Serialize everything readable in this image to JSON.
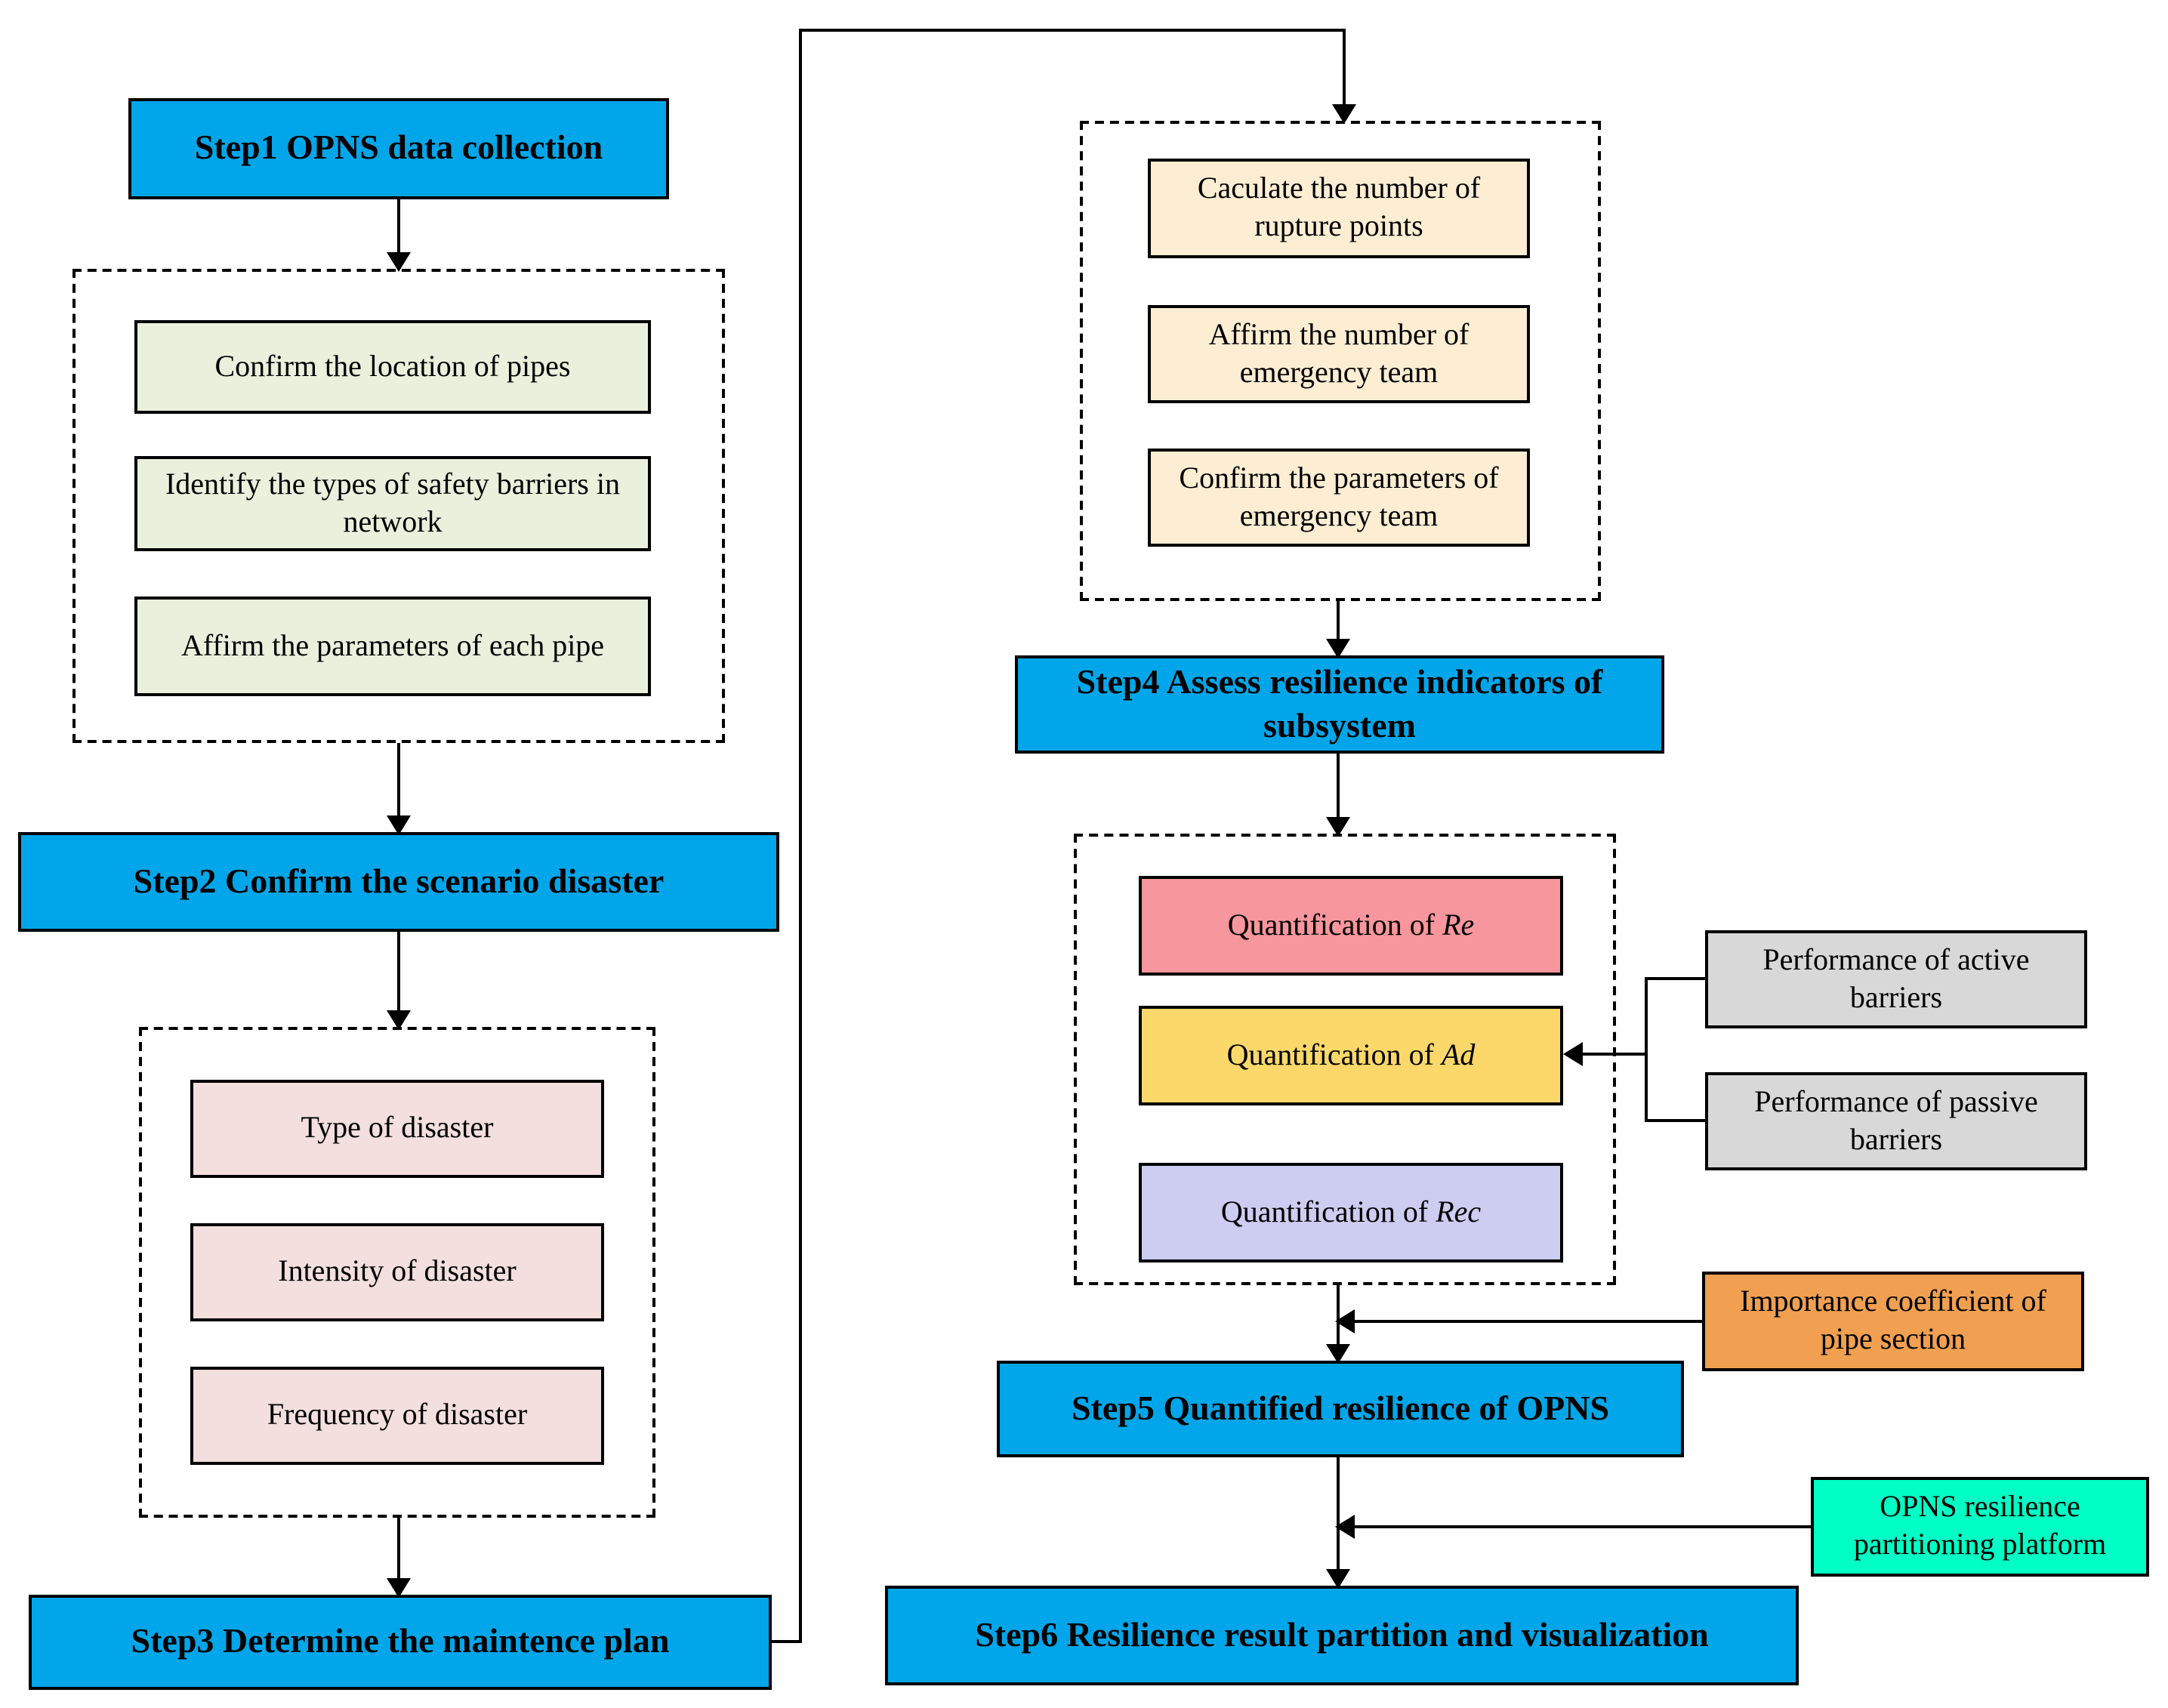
{
  "steps": {
    "s1": "Step1 OPNS data collection",
    "s2": "Step2 Confirm the scenario disaster",
    "s3": "Step3 Determine the maintence plan",
    "s4": "Step4 Assess resilience indicators of subsystem",
    "s5": "Step5 Quantified resilience of OPNS",
    "s6": "Step6 Resilience result partition and visualization"
  },
  "opns_data": [
    "Confirm the location of pipes",
    "Identify the types of safety barriers in network",
    "Affirm the parameters of each pipe"
  ],
  "disaster": [
    "Type of disaster",
    "Intensity of disaster",
    "Frequency of disaster"
  ],
  "emergency": [
    "Caculate the number of rupture points",
    "Affirm the number of emergency team",
    "Confirm the parameters of emergency team"
  ],
  "quant": [
    {
      "prefix": "Quantification of ",
      "term": "Re"
    },
    {
      "prefix": "Quantification of ",
      "term": "Ad"
    },
    {
      "prefix": "Quantification of ",
      "term": "Rec"
    }
  ],
  "barriers": [
    "Performance of active barriers",
    "Performance of passive barriers"
  ],
  "inputs": {
    "importance": "Importance coefficient of pipe section",
    "platform": "OPNS resilience partitioning platform"
  },
  "colors": {
    "step": "#00a6e9",
    "data": "#eaf0dc",
    "disaster": "#f2dfde",
    "emergency": "#fdeed3",
    "re": "#f7969c",
    "ad": "#fcd86a",
    "rec": "#cdccf1",
    "barrier": "#d8d8d8",
    "importance": "#f0a050",
    "platform": "#00ffc4"
  }
}
